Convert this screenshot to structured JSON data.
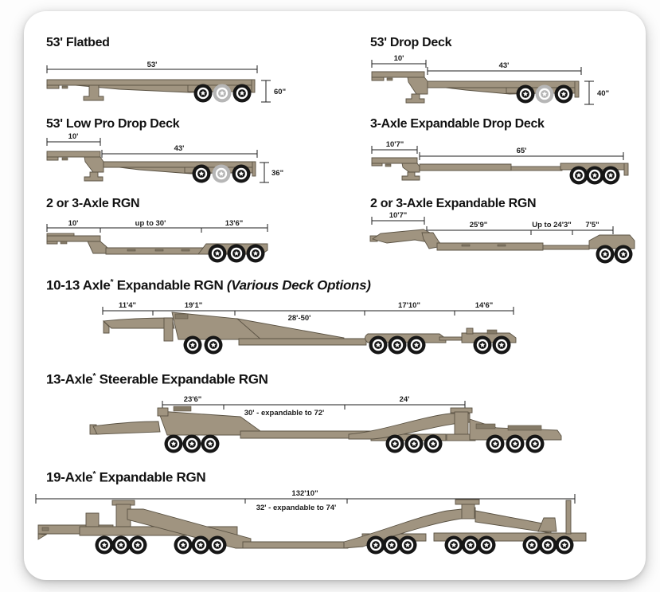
{
  "colors": {
    "trailer_body": "#a09480",
    "trailer_outline": "#5b5344",
    "tire_black": "#161616",
    "tire_gray": "#b6b6b6",
    "dimension_line": "#1e1e1e",
    "text": "#121212",
    "card_background": "#ffffff"
  },
  "panels": [
    {
      "title": "53' Flatbed",
      "dims": {
        "length": "53'",
        "height": "60\""
      }
    },
    {
      "title": "53' Drop Deck",
      "dims": {
        "front": "10'",
        "main": "43'",
        "height": "40\""
      }
    },
    {
      "title": "53' Low Pro Drop Deck",
      "dims": {
        "front": "10'",
        "main": "43'",
        "height": "36\""
      }
    },
    {
      "title": "3-Axle Expandable Drop Deck",
      "dims": {
        "front": "10'7\"",
        "main": "65'"
      }
    },
    {
      "title": "2 or 3-Axle RGN",
      "dims": {
        "front": "10'",
        "deck": "up to 30'",
        "rear": "13'6\""
      }
    },
    {
      "title": "2 or 3-Axle Expandable RGN",
      "dims": {
        "front": "10'7\"",
        "deck": "25'9\"",
        "expand": "Up to 24'3\"",
        "rear": "7'5\""
      }
    },
    {
      "title": {
        "main": "10-13 Axle",
        "sup": "*",
        "rest": " Expandable RGN ",
        "note": "(Various Deck Options)"
      },
      "dims": {
        "d1": "11'4\"",
        "d2": "19'1\"",
        "deck": "28'-50'",
        "d3": "17'10\"",
        "d4": "14'6\""
      }
    },
    {
      "title": {
        "main": "13-Axle",
        "sup": "*",
        "rest": " Steerable Expandable RGN"
      },
      "dims": {
        "front": "23'6\"",
        "deck": "30' - expandable to 72'",
        "rear": "24'"
      }
    },
    {
      "title": {
        "main": "19-Axle",
        "sup": "*",
        "rest": " Expandable RGN"
      },
      "dims": {
        "total": "132'10\"",
        "deck": "32' - expandable to 74'"
      }
    }
  ]
}
